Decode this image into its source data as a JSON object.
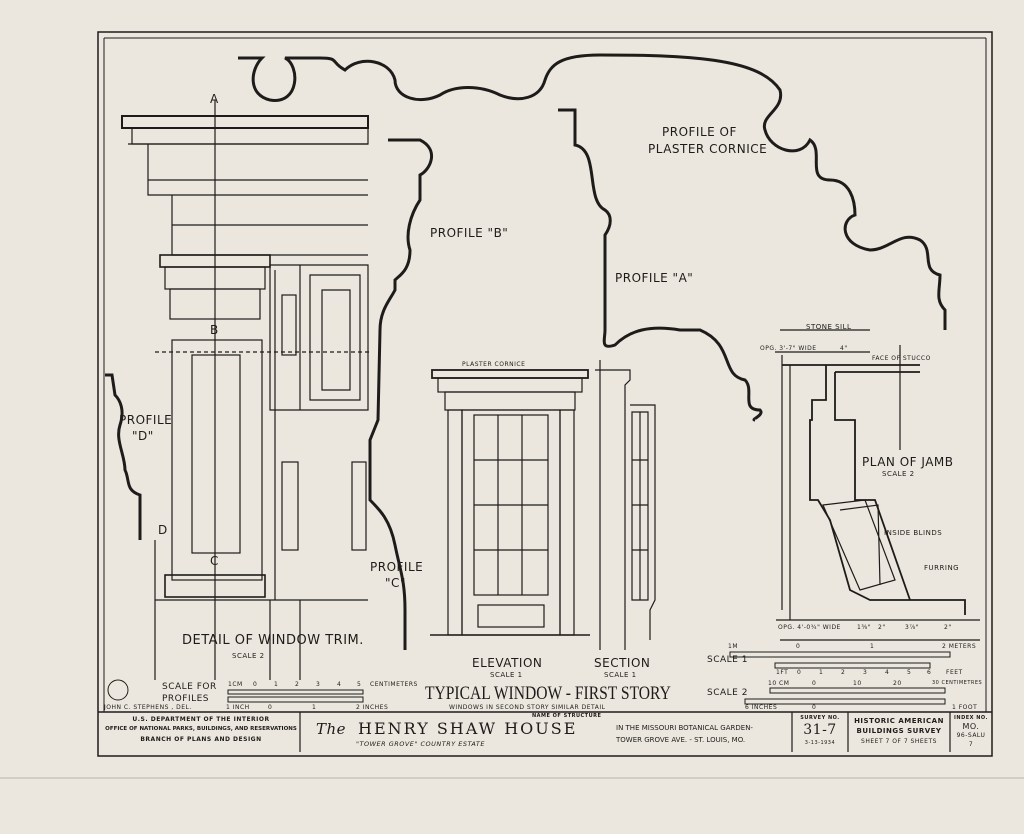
{
  "drawing": {
    "labels": {
      "profile_of_plaster_cornice_1": "PROFILE OF",
      "profile_of_plaster_cornice_2": "PLASTER CORNICE",
      "profile_a": "PROFILE \"A\"",
      "profile_b": "PROFILE \"B\"",
      "profile_c_1": "PROFILE",
      "profile_c_2": "\"C\"",
      "profile_d_1": "PROFILE",
      "profile_d_2": "\"D\"",
      "section_a": "A",
      "section_b": "B",
      "section_c": "C",
      "section_d": "D",
      "detail_title": "DETAIL OF WINDOW TRIM.",
      "detail_scale": "SCALE 2",
      "plaster_cornice": "PLASTER CORNICE",
      "elevation": "ELEVATION",
      "elevation_scale": "SCALE 1",
      "section": "SECTION",
      "section_scale": "SCALE 1",
      "stone_sill": "STONE SILL",
      "opg_top": "OPG. 3'-7\" WIDE",
      "four_in": "4\"",
      "face_of_stucco": "FACE OF STUCCO",
      "plan_of_jamb": "PLAN OF JAMB",
      "plan_scale": "SCALE 2",
      "inside_blinds": "INSIDE BLINDS",
      "furring": "FURRING",
      "opg_bottom": "OPG. 4'-0¾\" WIDE",
      "dim_1": "1⅜\"",
      "dim_2": "2\"",
      "dim_3": "3⅞\"",
      "dim_4": "2\""
    },
    "main_title": "TYPICAL WINDOW - FIRST STORY",
    "subtitle": "WINDOWS IN SECOND STORY SIMILAR DETAIL",
    "delineator": "JOHN C. STEPHENS , DEL."
  },
  "scales": {
    "profiles_label_1": "SCALE FOR",
    "profiles_label_2": "PROFILES",
    "profiles_cm": [
      "1CM",
      "0",
      "1",
      "2",
      "3",
      "4",
      "5",
      "CENTIMETERS"
    ],
    "profiles_in": [
      "1 INCH",
      "0",
      "1",
      "2 INCHES"
    ],
    "scale1_label": "SCALE 1",
    "scale1_m": [
      "1M",
      "0",
      "1",
      "2 METERS"
    ],
    "scale1_ft": [
      "1FT",
      "0",
      "1",
      "2",
      "3",
      "4",
      "5",
      "6",
      "FEET"
    ],
    "scale2_label": "SCALE 2",
    "scale2_cm": [
      "10 CM",
      "0",
      "10",
      "20",
      "30 CENTIMETRES"
    ],
    "scale2_in": [
      "6 INCHES",
      "0",
      "1 FOOT"
    ]
  },
  "title_block": {
    "agency_1": "U.S. DEPARTMENT OF THE INTERIOR",
    "agency_2": "OFFICE OF NATIONAL PARKS, BUILDINGS, AND RESERVATIONS",
    "agency_3": "BRANCH OF PLANS AND DESIGN",
    "name_caption": "NAME OF STRUCTURE",
    "structure_the": "The",
    "structure_name": "HENRY SHAW HOUSE",
    "structure_sub": "\"TOWER GROVE\" COUNTRY ESTATE",
    "location_1": "IN THE MISSOURI BOTANICAL GARDEN-",
    "location_2": "TOWER GROVE AVE. - ST. LOUIS, MO.",
    "survey_caption": "SURVEY NO.",
    "survey_no": "31-7",
    "survey_date": "3-13-1934",
    "habs_1": "HISTORIC AMERICAN",
    "habs_2": "BUILDINGS SURVEY",
    "sheet_text": "SHEET 7 OF 7 SHEETS",
    "index_caption": "INDEX NO.",
    "index_1": "MO.",
    "index_2": "96-SALU",
    "index_3": "7"
  },
  "colors": {
    "paper": "#ebe7de",
    "ink": "#1e1c1a"
  }
}
